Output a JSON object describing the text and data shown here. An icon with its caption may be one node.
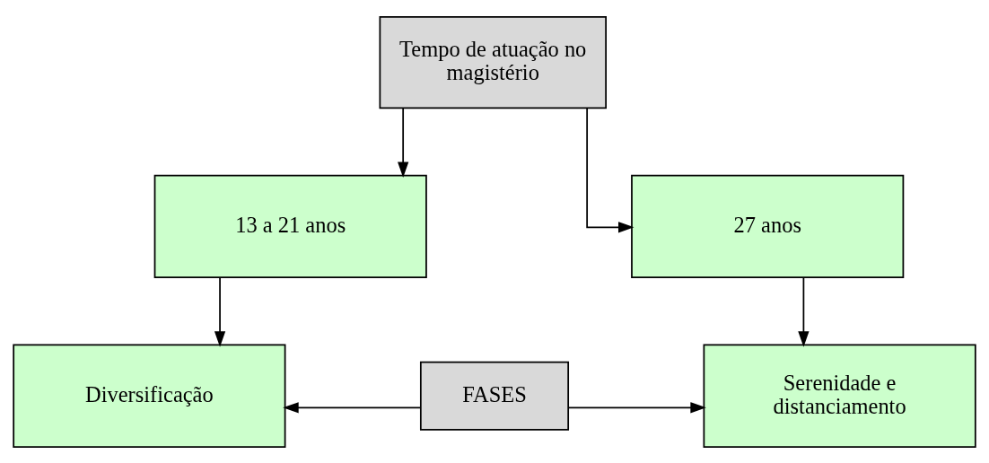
{
  "diagram": {
    "nodes": [
      {
        "text": [
          "Tempo de atuação no magistério"
        ]
      },
      {
        "text": [
          "13 a 21 anos"
        ]
      },
      {
        "text": [
          "27 anos"
        ]
      },
      {
        "text": [
          "Diversificação"
        ]
      },
      {
        "text": [
          "FASES"
        ]
      },
      {
        "text": [
          "Serenidade e distanciamento"
        ]
      }
    ],
    "edges": [
      {
        "from": 0,
        "to": 1,
        "arrow": "to"
      },
      {
        "from": 0,
        "to": 2,
        "arrow": "to"
      },
      {
        "from": 1,
        "to": 3,
        "arrow": "to"
      },
      {
        "from": 2,
        "to": 5,
        "arrow": "to"
      },
      {
        "from": 4,
        "to": 3,
        "arrow": "to"
      },
      {
        "from": 4,
        "to": 5,
        "arrow": "to"
      }
    ]
  }
}
